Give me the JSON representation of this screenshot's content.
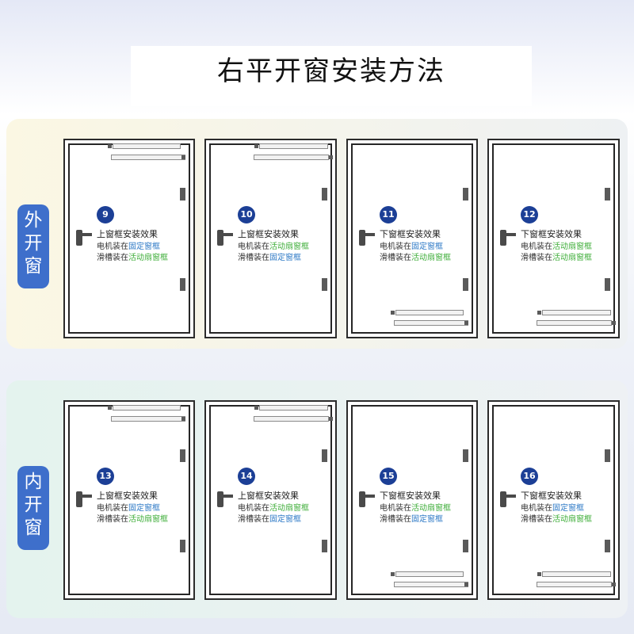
{
  "title": "右平开窗安装方法",
  "sections": [
    {
      "label_chars": [
        "外",
        "开",
        "窗"
      ],
      "cards": [
        {
          "number": "9",
          "heading": "上窗框安装效果",
          "line1_prefix": "电机装在",
          "line1_hl": "固定窗框",
          "line2_prefix": "滑槽装在",
          "line2_hl": "活动扇窗框"
        },
        {
          "number": "10",
          "heading": "上窗框安装效果",
          "line1_prefix": "电机装在",
          "line1_hl": "活动扇窗框",
          "line2_prefix": "滑槽装在",
          "line2_hl": "固定窗框"
        },
        {
          "number": "11",
          "heading": "下窗框安装效果",
          "line1_prefix": "电机装在",
          "line1_hl": "固定窗框",
          "line2_prefix": "滑槽装在",
          "line2_hl": "活动扇窗框"
        },
        {
          "number": "12",
          "heading": "下窗框安装效果",
          "line1_prefix": "电机装在",
          "line1_hl": "活动扇窗框",
          "line2_prefix": "滑槽装在",
          "line2_hl": "活动扇窗框"
        }
      ]
    },
    {
      "label_chars": [
        "内",
        "开",
        "窗"
      ],
      "cards": [
        {
          "number": "13",
          "heading": "上窗框安装效果",
          "line1_prefix": "电机装在",
          "line1_hl": "固定窗框",
          "line2_prefix": "滑槽装在",
          "line2_hl": "活动扇窗框"
        },
        {
          "number": "14",
          "heading": "上窗框安装效果",
          "line1_prefix": "电机装在",
          "line1_hl": "活动扇窗框",
          "line2_prefix": "滑槽装在",
          "line2_hl": "固定窗框"
        },
        {
          "number": "15",
          "heading": "下窗框安装效果",
          "line1_prefix": "电机装在",
          "line1_hl": "活动扇窗框",
          "line2_prefix": "滑槽装在",
          "line2_hl": "固定窗框"
        },
        {
          "number": "16",
          "heading": "下窗框安装效果",
          "line1_prefix": "电机装在",
          "line1_hl": "固定窗框",
          "line2_prefix": "滑槽装在",
          "line2_hl": "活动扇窗框"
        }
      ]
    }
  ],
  "colors": {
    "badge": "#1c3f96",
    "label_bg": "#3e6fcb",
    "fixed_frame": "#2d79c6",
    "movable_sash": "#3fae3a"
  }
}
